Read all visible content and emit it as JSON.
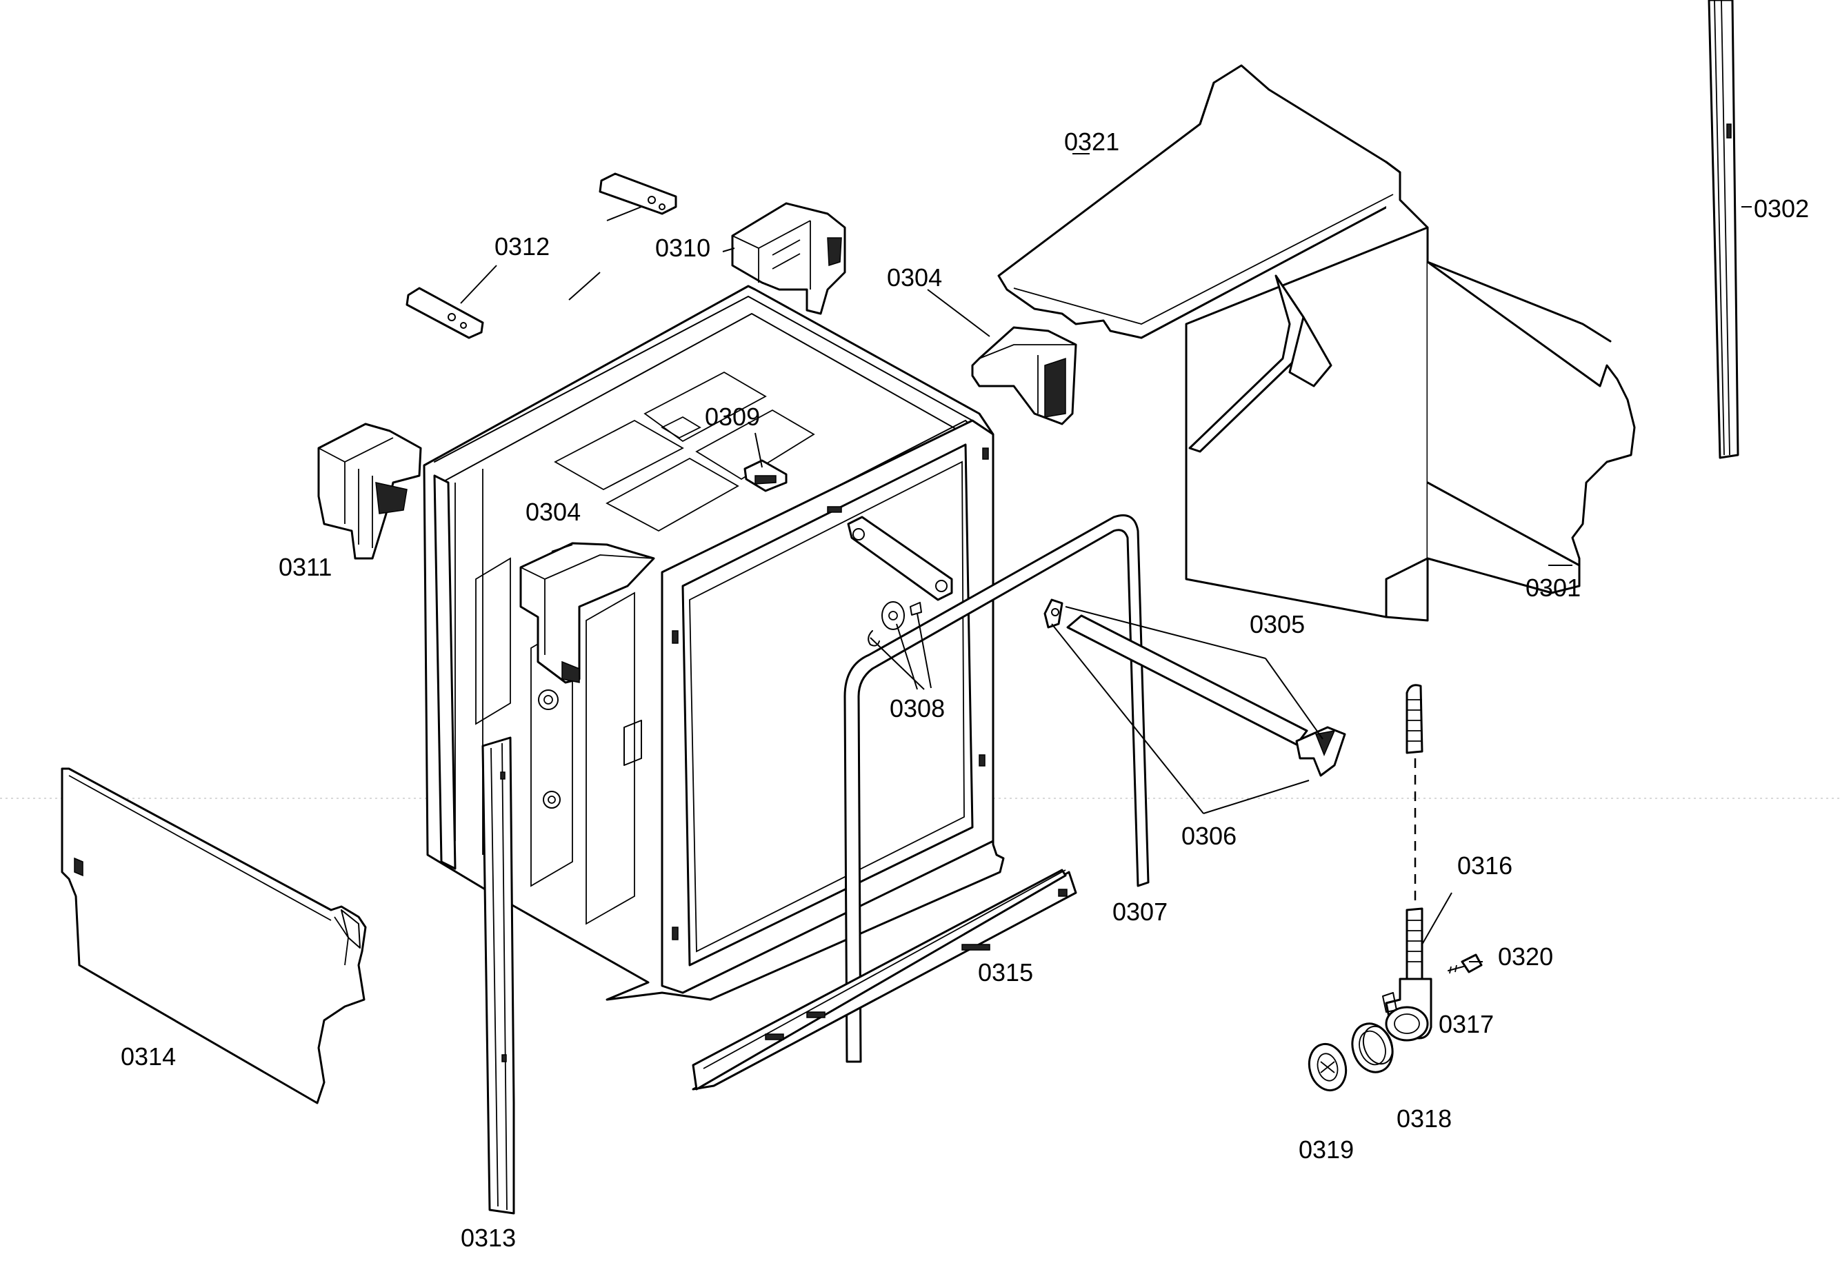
{
  "labels": {
    "l0301": "0301",
    "l0302": "0302",
    "l0304a": "0304",
    "l0304b": "0304",
    "l0305": "0305",
    "l0306": "0306",
    "l0307": "0307",
    "l0308": "0308",
    "l0309": "0309",
    "l0310": "0310",
    "l0311": "0311",
    "l0312": "0312",
    "l0313": "0313",
    "l0314": "0314",
    "l0315": "0315",
    "l0316": "0316",
    "l0317": "0317",
    "l0318": "0318",
    "l0319": "0319",
    "l0320": "0320",
    "l0321": "0321"
  }
}
